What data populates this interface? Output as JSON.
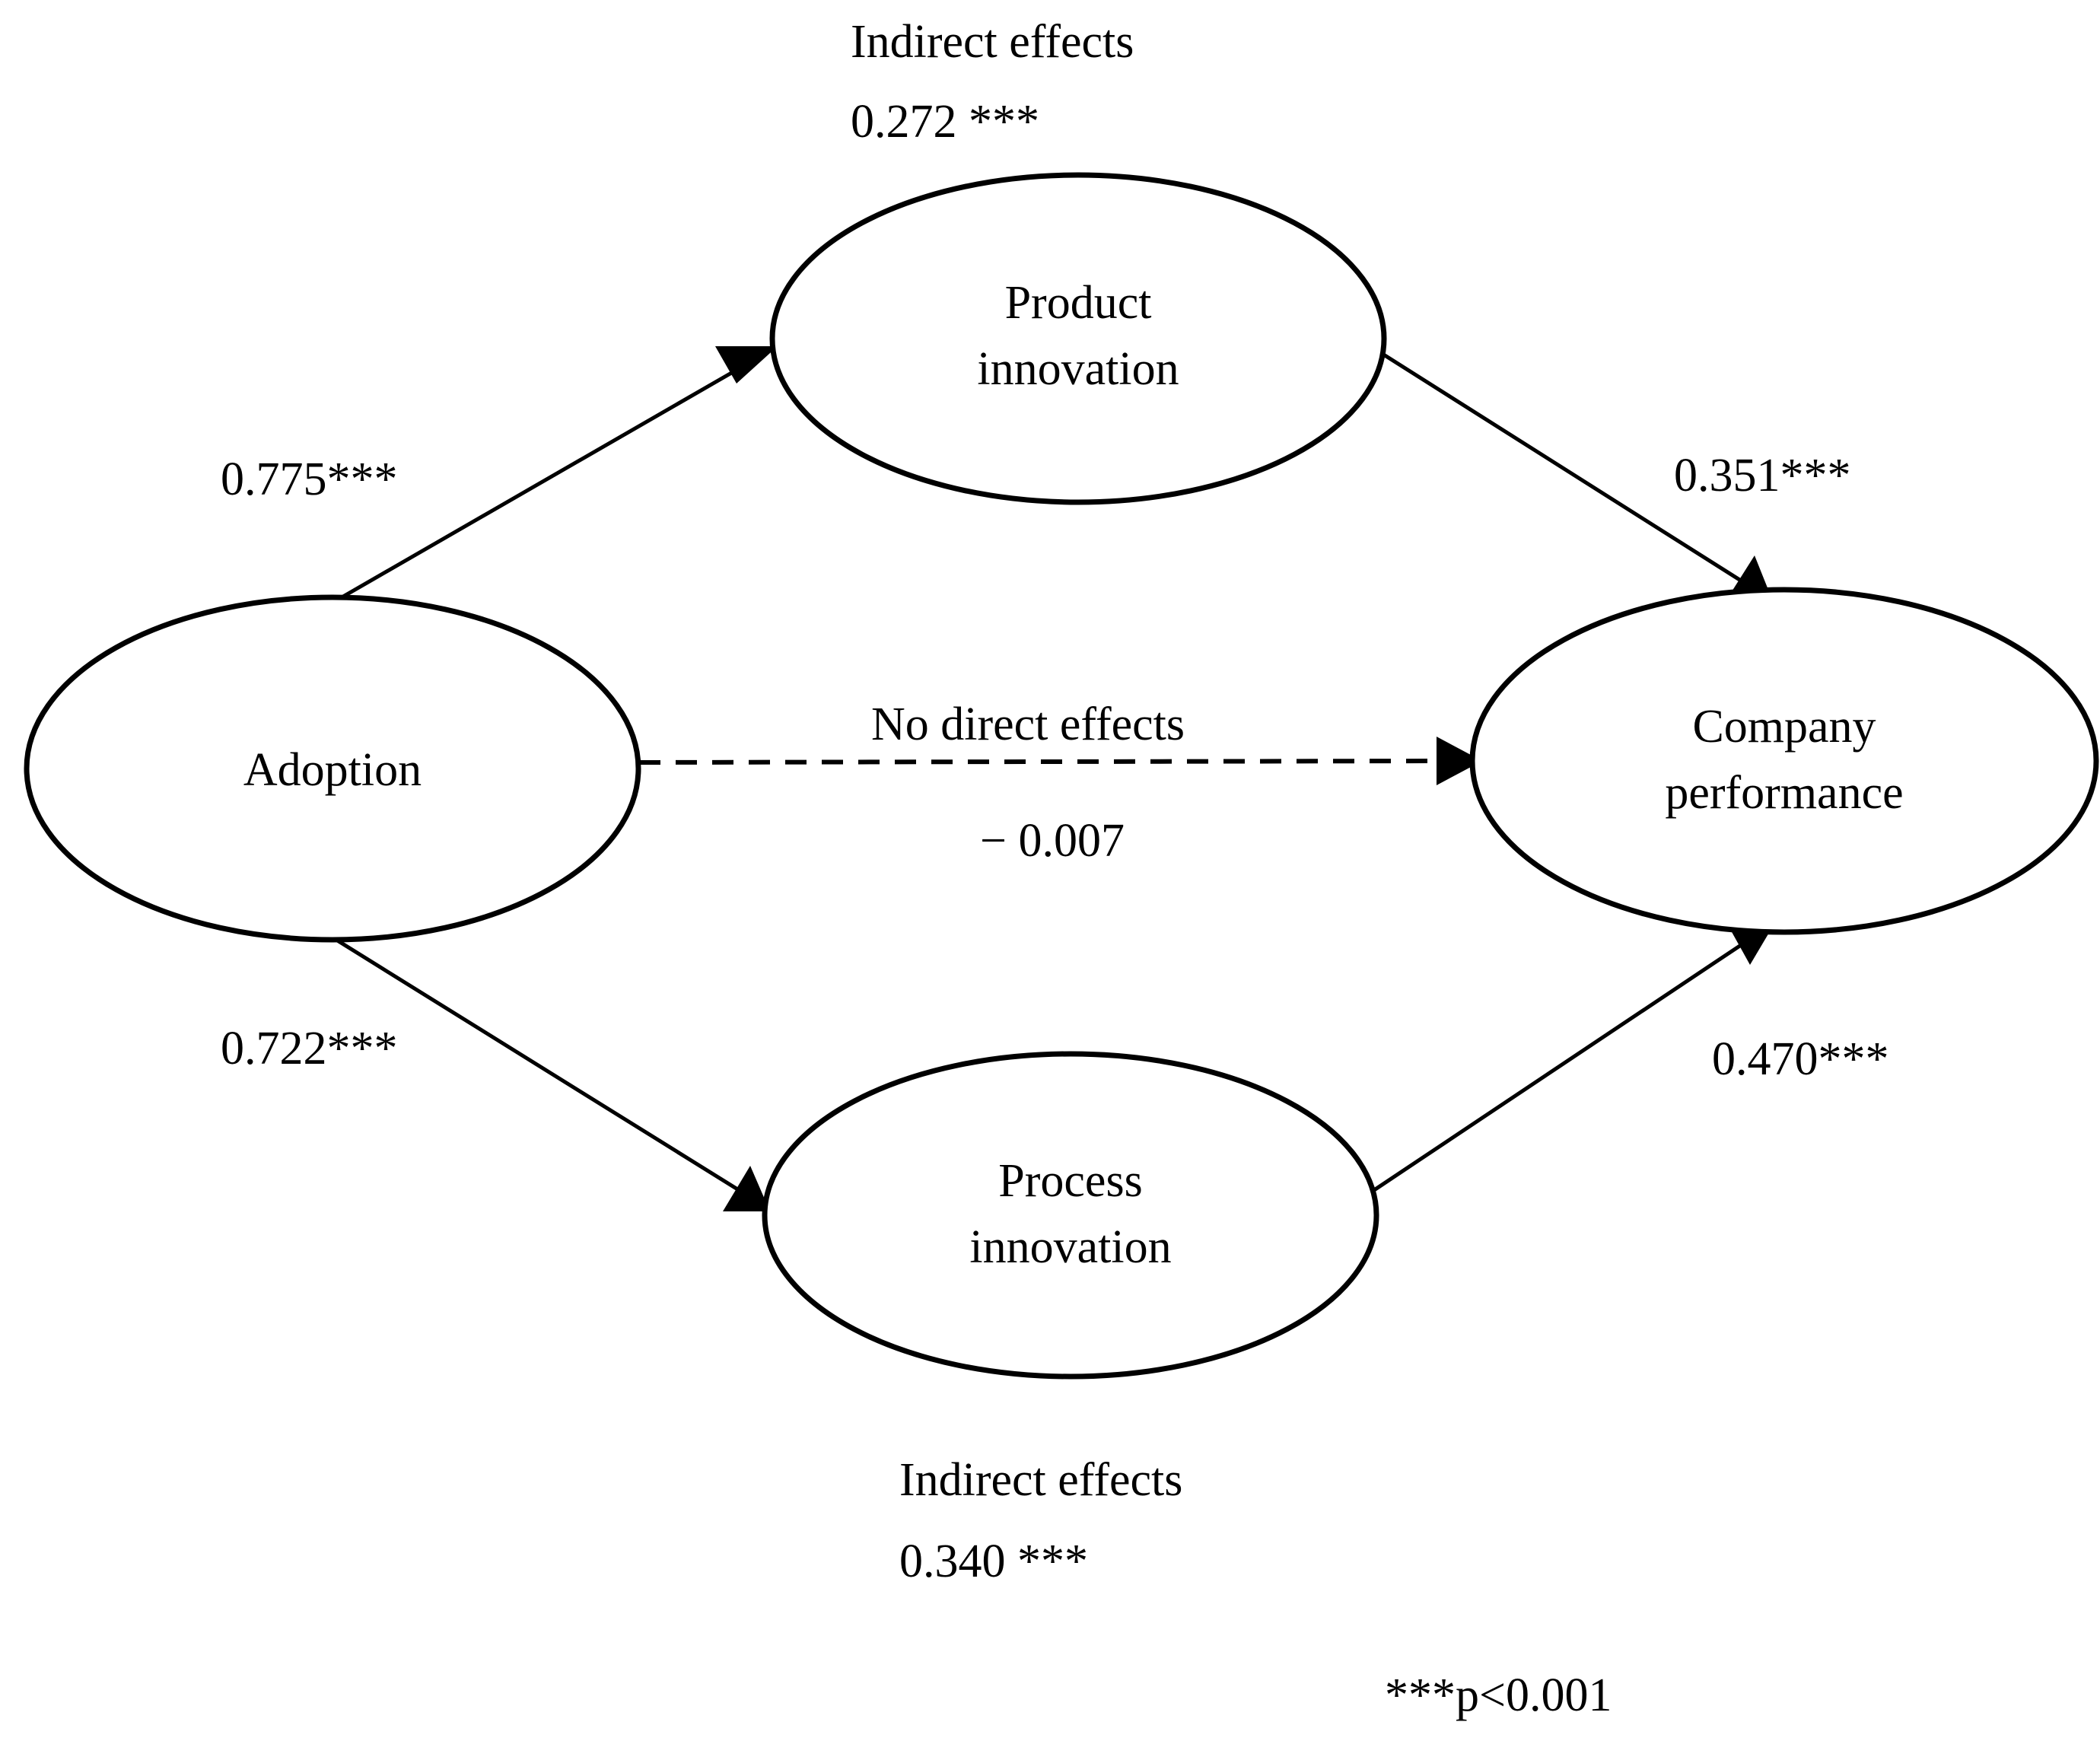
{
  "diagram": {
    "type": "path-diagram",
    "title": "",
    "significance_note": "***p<0.001",
    "nodes": [
      {
        "id": "adoption",
        "label_line1": "Adoption",
        "label_line2": ""
      },
      {
        "id": "product-innovation",
        "label_line1": "Product",
        "label_line2": "innovation"
      },
      {
        "id": "process-innovation",
        "label_line1": "Process",
        "label_line2": "innovation"
      },
      {
        "id": "company-performance",
        "label_line1": "Company",
        "label_line2": "performance"
      }
    ],
    "edges": [
      {
        "id": "adoption-to-product",
        "from": "adoption",
        "to": "product-innovation",
        "coefficient": "0.775***",
        "style": "solid"
      },
      {
        "id": "product-to-company",
        "from": "product-innovation",
        "to": "company-performance",
        "coefficient": "0.351***",
        "style": "solid"
      },
      {
        "id": "adoption-to-process",
        "from": "adoption",
        "to": "process-innovation",
        "coefficient": "0.722***",
        "style": "solid"
      },
      {
        "id": "process-to-company",
        "from": "process-innovation",
        "to": "company-performance",
        "coefficient": "0.470***",
        "style": "solid"
      },
      {
        "id": "adoption-to-company",
        "from": "adoption",
        "to": "company-performance",
        "coefficient": "− 0.007",
        "note": "No direct effects",
        "style": "dashed"
      }
    ],
    "annotations": {
      "indirect_top_line1": "Indirect effects",
      "indirect_top_line2": "0.272 ***",
      "indirect_bottom_line1": "Indirect effects",
      "indirect_bottom_line2": "0.340 ***",
      "direct_note": "No direct effects",
      "direct_value": "− 0.007",
      "footnote": "***p<0.001"
    },
    "colors": {
      "stroke": "#000000",
      "fill": "#ffffff",
      "text": "#000000"
    }
  },
  "chart_data": {
    "type": "diagram",
    "title": "Mediation path model: Adoption → Innovation → Company performance",
    "nodes": [
      "Adoption",
      "Product innovation",
      "Process innovation",
      "Company performance"
    ],
    "paths": [
      {
        "from": "Adoption",
        "to": "Product innovation",
        "estimate": 0.775,
        "stars": "***",
        "label": "0.775***"
      },
      {
        "from": "Product innovation",
        "to": "Company performance",
        "estimate": 0.351,
        "stars": "***",
        "label": "0.351***"
      },
      {
        "from": "Adoption",
        "to": "Process innovation",
        "estimate": 0.722,
        "stars": "***",
        "label": "0.722***"
      },
      {
        "from": "Process innovation",
        "to": "Company performance",
        "estimate": 0.47,
        "stars": "***",
        "label": "0.470***"
      },
      {
        "from": "Adoption",
        "to": "Company performance",
        "estimate": -0.007,
        "stars": "",
        "label": "− 0.007",
        "style": "dashed",
        "note": "No direct effects"
      }
    ],
    "indirect_effects": [
      {
        "via": "Product innovation",
        "estimate": 0.272,
        "stars": "***",
        "label": "0.272 ***"
      },
      {
        "via": "Process innovation",
        "estimate": 0.34,
        "stars": "***",
        "label": "0.340 ***"
      }
    ],
    "legend": "***p<0.001"
  }
}
